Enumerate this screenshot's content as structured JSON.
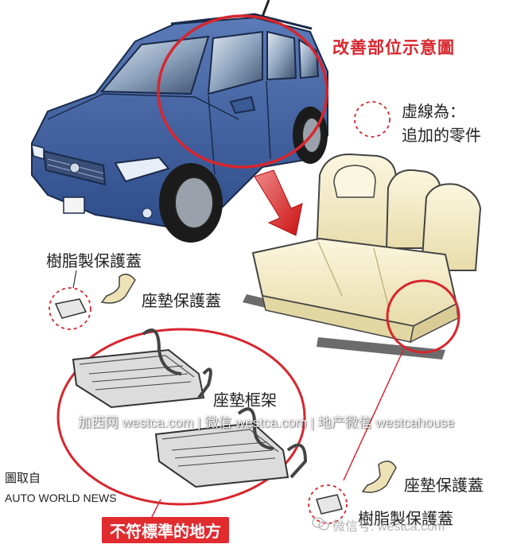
{
  "title": "改善部位示意圖",
  "legend": {
    "line1": "虛線為：",
    "line2": "追加的零件"
  },
  "labels": {
    "resin_cover_top": "樹脂製保護蓋",
    "seat_cover_top": "座墊保護蓋",
    "seat_frame": "座墊框架",
    "seat_cover_bottom": "座墊保護蓋",
    "resin_cover_bottom": "樹脂製保護蓋"
  },
  "source": {
    "line1": "圖取自",
    "line2": "AUTO WORLD NEWS"
  },
  "badge": "不符標準的地方",
  "watermark": "加西网 westca.com | 微信 westca.com | 地产微信 westcahouse",
  "wechat_mark": "微信号: westca.com",
  "colors": {
    "accent_red": "#d8262d",
    "car_blue": "#3f5f9e",
    "seat_cream": "#f3ecc9"
  },
  "icons": [
    "car-illustration",
    "seat-illustration",
    "seat-frame-illustration",
    "arrow-down-icon",
    "wechat-icon"
  ]
}
